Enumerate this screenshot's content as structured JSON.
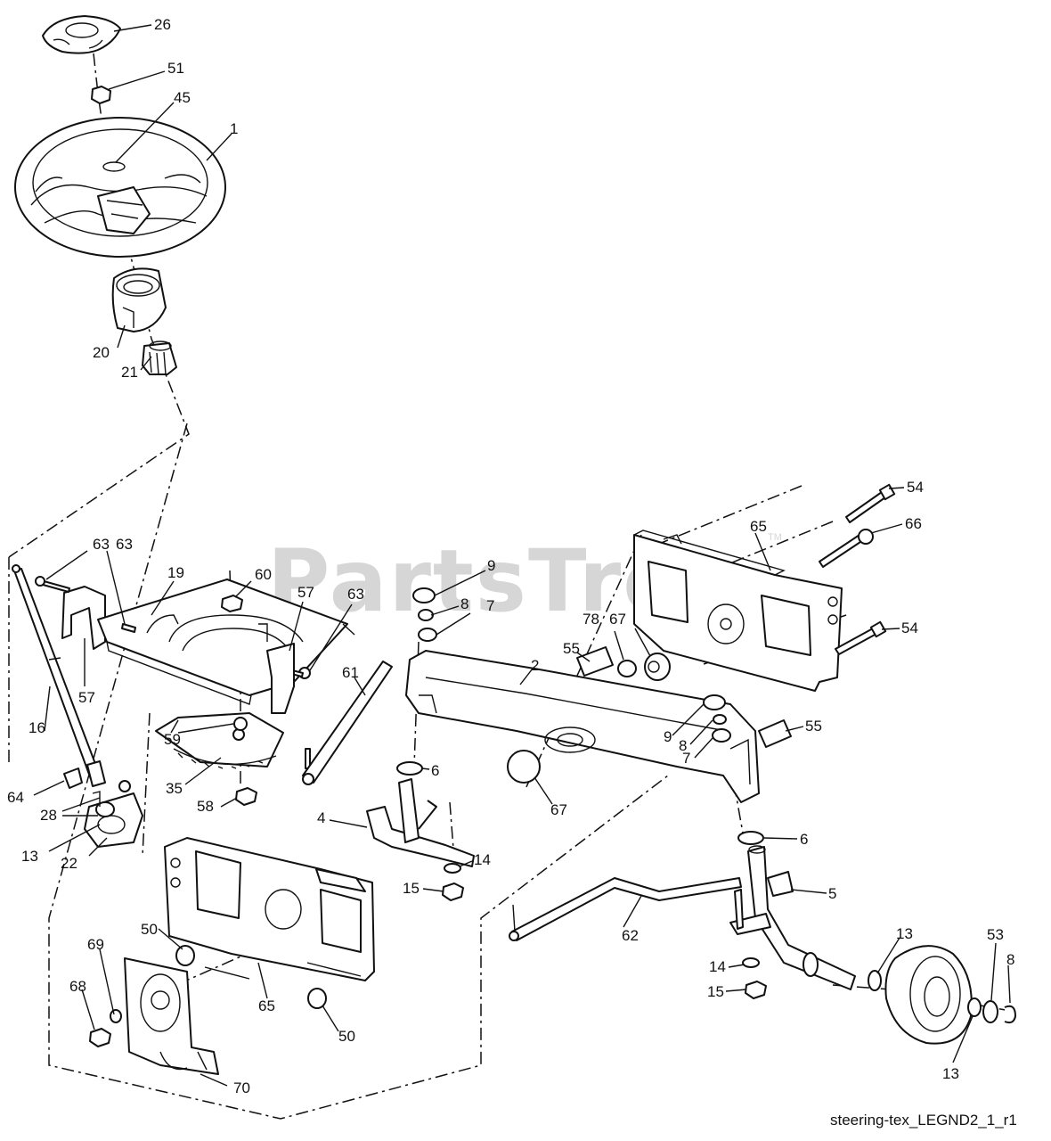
{
  "watermark": {
    "text": "PartsTree",
    "trademark": "TM"
  },
  "caption": "steering-tex_LEGND2_1_r1",
  "callouts": [
    {
      "id": "26",
      "text": "26"
    },
    {
      "id": "51",
      "text": "51"
    },
    {
      "id": "45",
      "text": "45"
    },
    {
      "id": "1",
      "text": "1"
    },
    {
      "id": "20",
      "text": "20"
    },
    {
      "id": "21",
      "text": "21"
    },
    {
      "id": "63a",
      "text": "63"
    },
    {
      "id": "63b",
      "text": "63"
    },
    {
      "id": "19",
      "text": "19"
    },
    {
      "id": "60",
      "text": "60"
    },
    {
      "id": "57a",
      "text": "57"
    },
    {
      "id": "63c",
      "text": "63"
    },
    {
      "id": "57b",
      "text": "57"
    },
    {
      "id": "16",
      "text": "16"
    },
    {
      "id": "59",
      "text": "59"
    },
    {
      "id": "35",
      "text": "35"
    },
    {
      "id": "58",
      "text": "58"
    },
    {
      "id": "64",
      "text": "64"
    },
    {
      "id": "28",
      "text": "28"
    },
    {
      "id": "13a",
      "text": "13"
    },
    {
      "id": "22",
      "text": "22"
    },
    {
      "id": "61",
      "text": "61"
    },
    {
      "id": "9a",
      "text": "9"
    },
    {
      "id": "8a",
      "text": "8"
    },
    {
      "id": "7a",
      "text": "7"
    },
    {
      "id": "6a",
      "text": "6"
    },
    {
      "id": "2",
      "text": "2"
    },
    {
      "id": "55a",
      "text": "55"
    },
    {
      "id": "78",
      "text": "78"
    },
    {
      "id": "67a",
      "text": "67"
    },
    {
      "id": "67b",
      "text": "67"
    },
    {
      "id": "65a",
      "text": "65"
    },
    {
      "id": "54a",
      "text": "54"
    },
    {
      "id": "66",
      "text": "66"
    },
    {
      "id": "54b",
      "text": "54"
    },
    {
      "id": "9b",
      "text": "9"
    },
    {
      "id": "8b",
      "text": "8"
    },
    {
      "id": "7b",
      "text": "7"
    },
    {
      "id": "55b",
      "text": "55"
    },
    {
      "id": "6b",
      "text": "6"
    },
    {
      "id": "4",
      "text": "4"
    },
    {
      "id": "14a",
      "text": "14"
    },
    {
      "id": "15a",
      "text": "15"
    },
    {
      "id": "5",
      "text": "5"
    },
    {
      "id": "62",
      "text": "62"
    },
    {
      "id": "50a",
      "text": "50"
    },
    {
      "id": "69",
      "text": "69"
    },
    {
      "id": "68",
      "text": "68"
    },
    {
      "id": "65b",
      "text": "65"
    },
    {
      "id": "50b",
      "text": "50"
    },
    {
      "id": "70",
      "text": "70"
    },
    {
      "id": "14b",
      "text": "14"
    },
    {
      "id": "15b",
      "text": "15"
    },
    {
      "id": "13b",
      "text": "13"
    },
    {
      "id": "53",
      "text": "53"
    },
    {
      "id": "8c",
      "text": "8"
    },
    {
      "id": "13c",
      "text": "13"
    }
  ]
}
